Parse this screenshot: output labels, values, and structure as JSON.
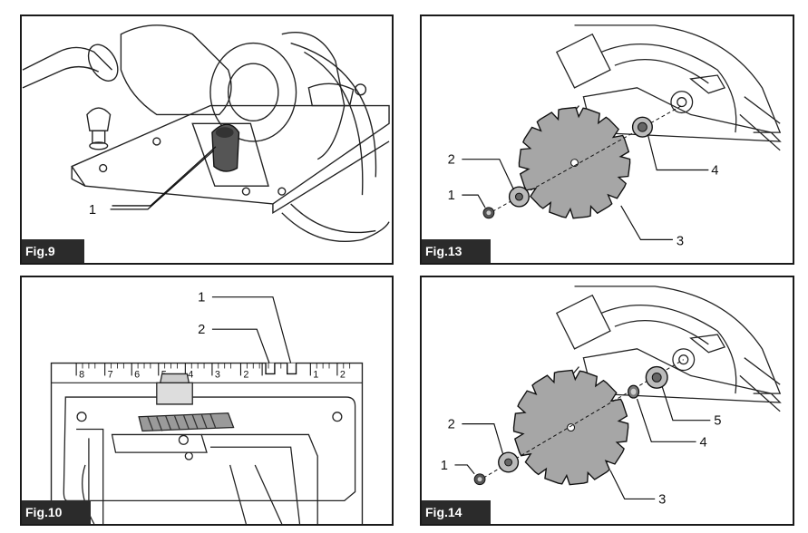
{
  "figures": {
    "fig9": {
      "caption": "Fig.9",
      "labels": [
        "1"
      ]
    },
    "fig13": {
      "caption": "Fig.13",
      "labels": [
        "1",
        "2",
        "3",
        "4"
      ]
    },
    "fig10": {
      "caption": "Fig.10",
      "labels": [
        "1",
        "2"
      ],
      "scale_ticks": [
        "8",
        "7",
        "6",
        "5",
        "4",
        "3",
        "2",
        "",
        "1",
        "2"
      ]
    },
    "fig14": {
      "caption": "Fig.14",
      "labels": [
        "1",
        "2",
        "3",
        "4",
        "5"
      ]
    }
  },
  "icons": [
    "lever-icon",
    "saw-blade-icon",
    "bolt-icon",
    "flange-icon",
    "ring-icon",
    "guide-scale-icon"
  ]
}
